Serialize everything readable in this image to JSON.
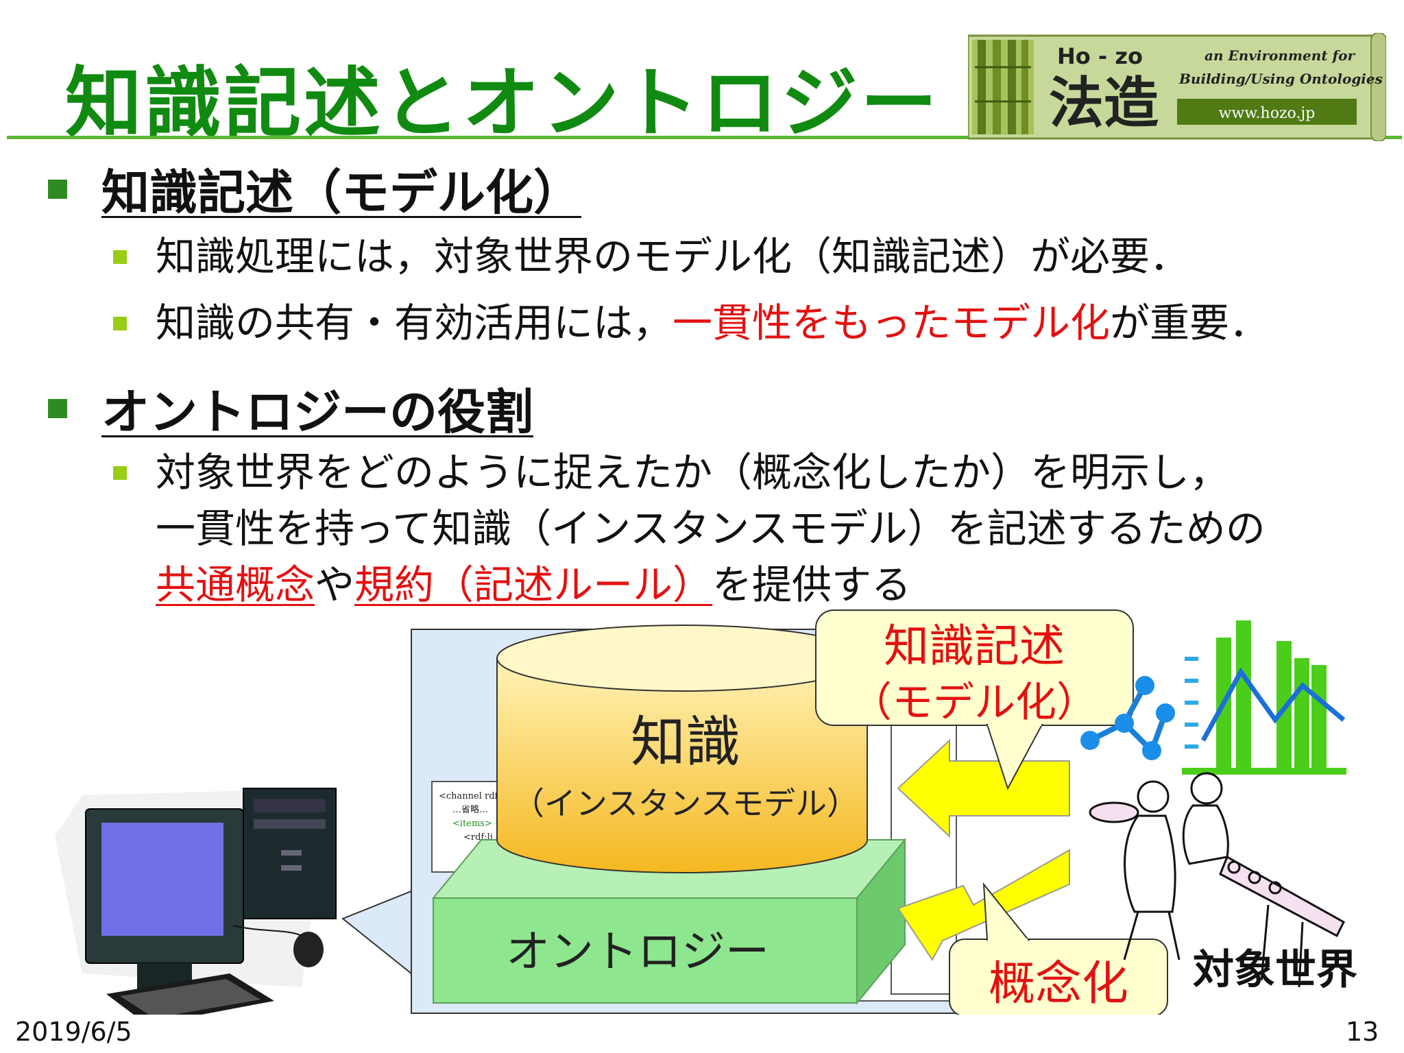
{
  "slide": {
    "title": "知識記述とオントロジー",
    "date": "2019/6/5",
    "page": "13"
  },
  "logo": {
    "brand": "Ho - zo",
    "kanji": "法造",
    "tagline1": "an Environment for",
    "tagline2": "Building/Using Ontologies",
    "url": "www.hozo.jp"
  },
  "sections": [
    {
      "heading": "知識記述（モデル化）",
      "items": [
        {
          "text": "知識処理には，対象世界のモデル化（知識記述）が必要．"
        },
        {
          "pre": "知識の共有・有効活用には，",
          "highlight": "一貫性をもったモデル化",
          "post": "が重要．"
        }
      ]
    },
    {
      "heading": "オントロジーの役割",
      "items": [
        {
          "line1": "対象世界をどのように捉えたか（概念化したか）を明示し，",
          "line2": "一貫性を持って知識（インスタンスモデル）を記述するための",
          "line3_hl1": "共通概念",
          "line3_mid": "や",
          "line3_hl2": "規約（記述ルール）",
          "line3_post": "を提供する"
        }
      ]
    }
  ],
  "diagram": {
    "knowledge_label": "知識",
    "instance_label": "（インスタンスモデル）",
    "ontology_label": "オントロジー",
    "callout_top_line1": "知識記述",
    "callout_top_line2": "（モデル化）",
    "callout_bottom": "概念化",
    "world_label": "対象世界",
    "code_line1": "<channel rdf",
    "code_line2": "…省略…",
    "code_line3": "<items> <",
    "code_line4": "<rdf:li"
  },
  "colors": {
    "title": "#118a11",
    "accent_red": "#e41010",
    "bullet_l1": "#2e8b22",
    "bullet_l2": "#9bcc18",
    "ontology_box": "#8ee68e",
    "knowledge_cyl": "#f5c02e",
    "callout_fill": "#ffffd0",
    "arrow_fill": "#ffff00"
  }
}
